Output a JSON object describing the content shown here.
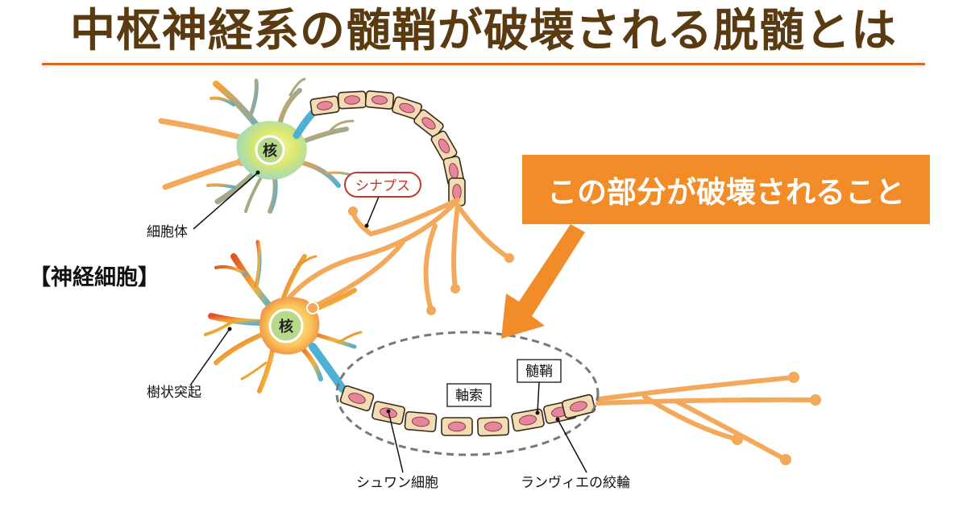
{
  "title": "中枢神経系の髄鞘が破壊される脱髄とは",
  "section_label": "【神経細胞】",
  "callout": "この部分が破壊されること",
  "labels": {
    "synapse": "シナプス",
    "cell_body": "細胞体",
    "dendrite": "樹状突起",
    "axon": "軸索",
    "myelin": "髄鞘",
    "schwann": "シュワン細胞",
    "ranvier": "ランヴィエの絞輪",
    "nucleus_1": "核",
    "nucleus_2": "核"
  },
  "colors": {
    "title": "#5a3a10",
    "accent": "#e0641a",
    "callout": "#f28c28",
    "axon": "#f4a95a",
    "myelin_fill": "#f2dcb6",
    "schwann_nucleus": "#e7869a"
  }
}
